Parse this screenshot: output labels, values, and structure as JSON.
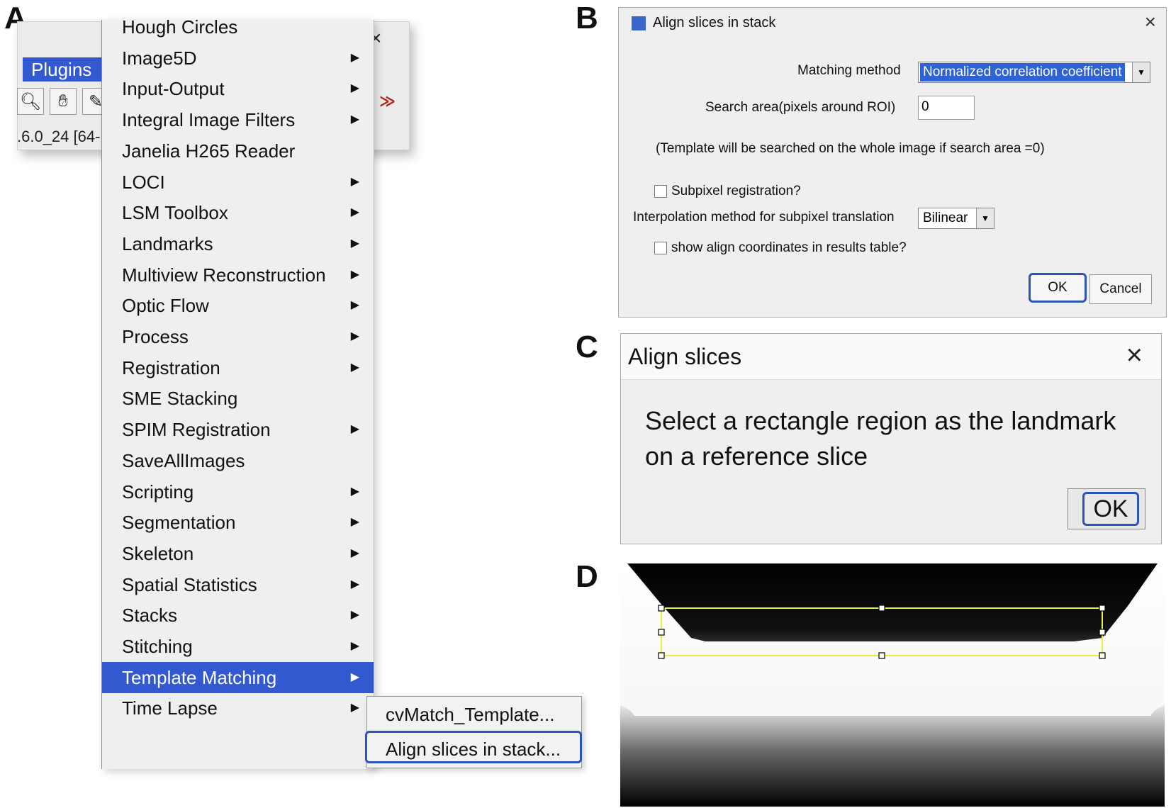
{
  "panels": {
    "a": "A",
    "b": "B",
    "c": "C",
    "d": "D"
  },
  "imagej": {
    "menu_label": "Plugins",
    "version_text": ".6.0_24 [64-",
    "close_glyph": "×",
    "more_glyph": "≫"
  },
  "plugins_menu": {
    "items": [
      {
        "label": "Hough Circles",
        "submenu": false
      },
      {
        "label": "Image5D",
        "submenu": true
      },
      {
        "label": "Input-Output",
        "submenu": true
      },
      {
        "label": "Integral Image Filters",
        "submenu": true
      },
      {
        "label": "Janelia H265 Reader",
        "submenu": false
      },
      {
        "label": "LOCI",
        "submenu": true
      },
      {
        "label": "LSM Toolbox",
        "submenu": true
      },
      {
        "label": "Landmarks",
        "submenu": true
      },
      {
        "label": "Multiview Reconstruction",
        "submenu": true
      },
      {
        "label": "Optic Flow",
        "submenu": true
      },
      {
        "label": "Process",
        "submenu": true
      },
      {
        "label": "Registration",
        "submenu": true
      },
      {
        "label": "SME Stacking",
        "submenu": false
      },
      {
        "label": "SPIM Registration",
        "submenu": true
      },
      {
        "label": "SaveAllImages",
        "submenu": false
      },
      {
        "label": "Scripting",
        "submenu": true
      },
      {
        "label": "Segmentation",
        "submenu": true
      },
      {
        "label": "Skeleton",
        "submenu": true
      },
      {
        "label": "Spatial Statistics",
        "submenu": true
      },
      {
        "label": "Stacks",
        "submenu": true
      },
      {
        "label": "Stitching",
        "submenu": true
      },
      {
        "label": "Template Matching",
        "submenu": true,
        "active": true
      },
      {
        "label": "Time Lapse",
        "submenu": true
      }
    ]
  },
  "template_submenu": {
    "items": [
      "cvMatch_Template...",
      "Align slices in stack..."
    ]
  },
  "align_stack_dialog": {
    "title": "Align slices in stack",
    "matching_method_label": "Matching method",
    "matching_method_value": "Normalized correlation coefficient",
    "search_area_label": "Search area(pixels around ROI)",
    "search_area_value": "0",
    "note": "(Template will be searched on the whole image if search area =0)",
    "subpixel_label": "Subpixel registration?",
    "interp_label": "Interpolation method for subpixel translation",
    "interp_value": "Bilinear",
    "show_coords_label": "show align coordinates in results table?",
    "ok_label": "OK",
    "cancel_label": "Cancel"
  },
  "align_slices_dialog": {
    "title": "Align slices",
    "message": "Select a rectangle region as the landmark on a reference slice",
    "ok_label": "OK"
  },
  "colors": {
    "menu_highlight": "#3359d0",
    "focus_ring": "#2d55b8",
    "roi": "#e6f03c"
  }
}
